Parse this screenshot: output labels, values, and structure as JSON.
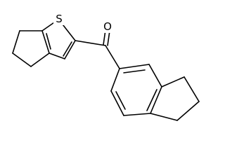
{
  "diagram": {
    "type": "skeletal-structure",
    "atoms": [
      {
        "label": "S",
        "element": "sulfur"
      },
      {
        "label": "O",
        "element": "oxygen"
      }
    ]
  }
}
